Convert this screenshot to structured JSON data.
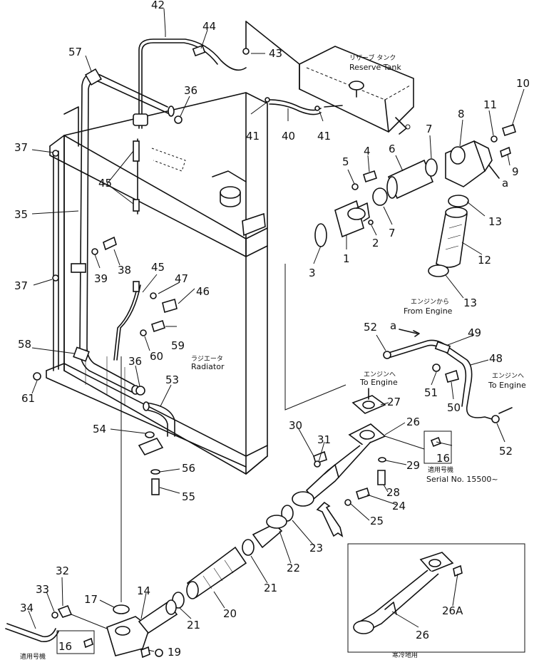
{
  "labels": {
    "reserve_tank_jp": "リザーブ タンク",
    "reserve_tank_en": "Reserve Tank",
    "radiator_jp": "ラジエータ",
    "radiator_en": "Radiator",
    "from_engine_jp": "エンジンから",
    "from_engine_en": "From Engine",
    "to_engine_jp_1": "エンジンへ",
    "to_engine_en_1": "To Engine",
    "to_engine_jp_2": "エンジンへ",
    "to_engine_en_2": "To Engine",
    "serial_jp": "適用号機",
    "serial_en": "Serial  No. 15500~",
    "bottom_left_jp": "適用号機",
    "bottom_right_jp": "寒冷地用",
    "ref_a_top": "a",
    "ref_a_mid": "a"
  },
  "part_numbers": {
    "p1": "1",
    "p2": "2",
    "p3": "3",
    "p4": "4",
    "p5": "5",
    "p6": "6",
    "p7a": "7",
    "p7b": "7",
    "p8": "8",
    "p9": "9",
    "p10": "10",
    "p11": "11",
    "p12": "12",
    "p13a": "13",
    "p13b": "13",
    "p14": "14",
    "p16a": "16",
    "p16b": "16",
    "p17": "17",
    "p19": "19",
    "p20": "20",
    "p21a": "21",
    "p21b": "21",
    "p22": "22",
    "p23": "23",
    "p24": "24",
    "p25": "25",
    "p26a": "26",
    "p26b": "26",
    "p26A": "26A",
    "p27": "27",
    "p28": "28",
    "p29": "29",
    "p30": "30",
    "p31": "31",
    "p32": "32",
    "p33": "33",
    "p34": "34",
    "p35": "35",
    "p36a": "36",
    "p36b": "36",
    "p37a": "37",
    "p37b": "37",
    "p38": "38",
    "p39": "39",
    "p40": "40",
    "p41a": "41",
    "p41b": "41",
    "p42": "42",
    "p43": "43",
    "p44": "44",
    "p45a": "45",
    "p45b": "45",
    "p46": "46",
    "p47": "47",
    "p48": "48",
    "p49": "49",
    "p50": "50",
    "p51": "51",
    "p52a": "52",
    "p52b": "52",
    "p53": "53",
    "p54": "54",
    "p55": "55",
    "p56": "56",
    "p57": "57",
    "p58": "58",
    "p59": "59",
    "p60": "60",
    "p61": "61"
  }
}
